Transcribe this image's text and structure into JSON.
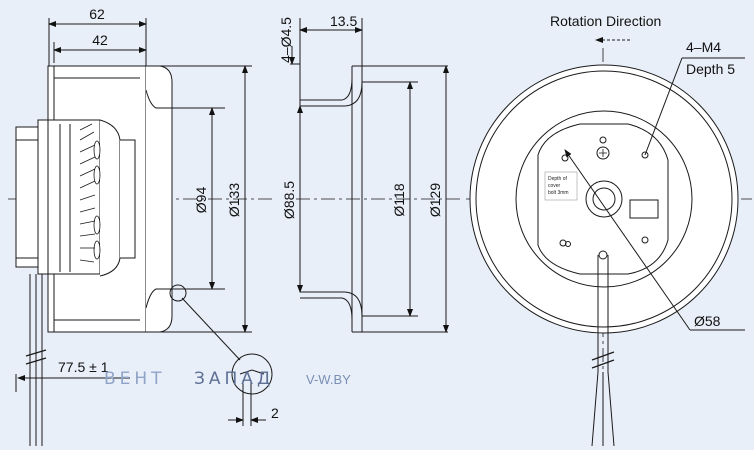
{
  "dimensions": {
    "d62": "62",
    "d42": "42",
    "d4_45": "4–Ø4.5",
    "d13_5": "13.5",
    "d94": "Ø94",
    "d133": "Ø133",
    "d88_5": "Ø88.5",
    "d118": "Ø118",
    "d129": "Ø129",
    "d77_5": "77.5 ± 1",
    "d2": "2",
    "d58": "Ø58"
  },
  "labels": {
    "rotation_direction": "Rotation  Direction",
    "thread": "4–M4",
    "depth": "Depth 5"
  },
  "motor_label": [
    "Depth of",
    "cover",
    "bolt 3mm"
  ],
  "watermark": {
    "brand_left": "ВЕНТ",
    "brand_right": "ЗАПАД",
    "site": "V-W.BY"
  },
  "colors": {
    "background": "#e9eff8",
    "line": "#1a1a1a",
    "fill": "#ffffff",
    "watermark": "#8fa3c8",
    "watermark_dark": "#5e6f95"
  }
}
